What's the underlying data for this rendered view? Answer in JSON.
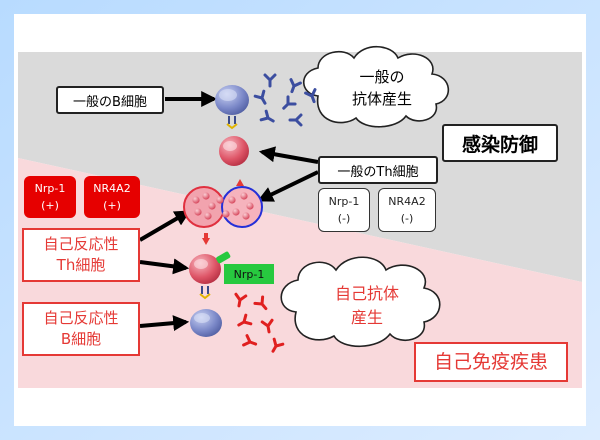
{
  "labels": {
    "general_b_cell": "一般のB細胞",
    "general_th_cell": "一般のTh細胞",
    "infection_defense": "感染防御",
    "autoimmune_disease": "自己免疫疾患",
    "autoreactive_th": [
      "自己反応性",
      "Th細胞"
    ],
    "autoreactive_b": [
      "自己反応性",
      "B細胞"
    ],
    "general_antibody": [
      "一般の",
      "抗体産生"
    ],
    "auto_antibody": [
      "自己抗体",
      "産生"
    ],
    "nrp1_tag": "Nrp-1"
  },
  "markers_positive": [
    {
      "name": "Nrp-1",
      "sign": "(+)"
    },
    {
      "name": "NR4A2",
      "sign": "(+)"
    }
  ],
  "markers_negative": [
    {
      "name": "Nrp-1",
      "sign": "(-)"
    },
    {
      "name": "NR4A2",
      "sign": "(-)"
    }
  ],
  "colors": {
    "top_region": "#dadada",
    "bottom_region": "#f9d9dc",
    "red_accent": "#e53935",
    "green_tag": "#27c93f",
    "b_cell": "#6f7fbf",
    "th_cell": "#d9475a"
  }
}
